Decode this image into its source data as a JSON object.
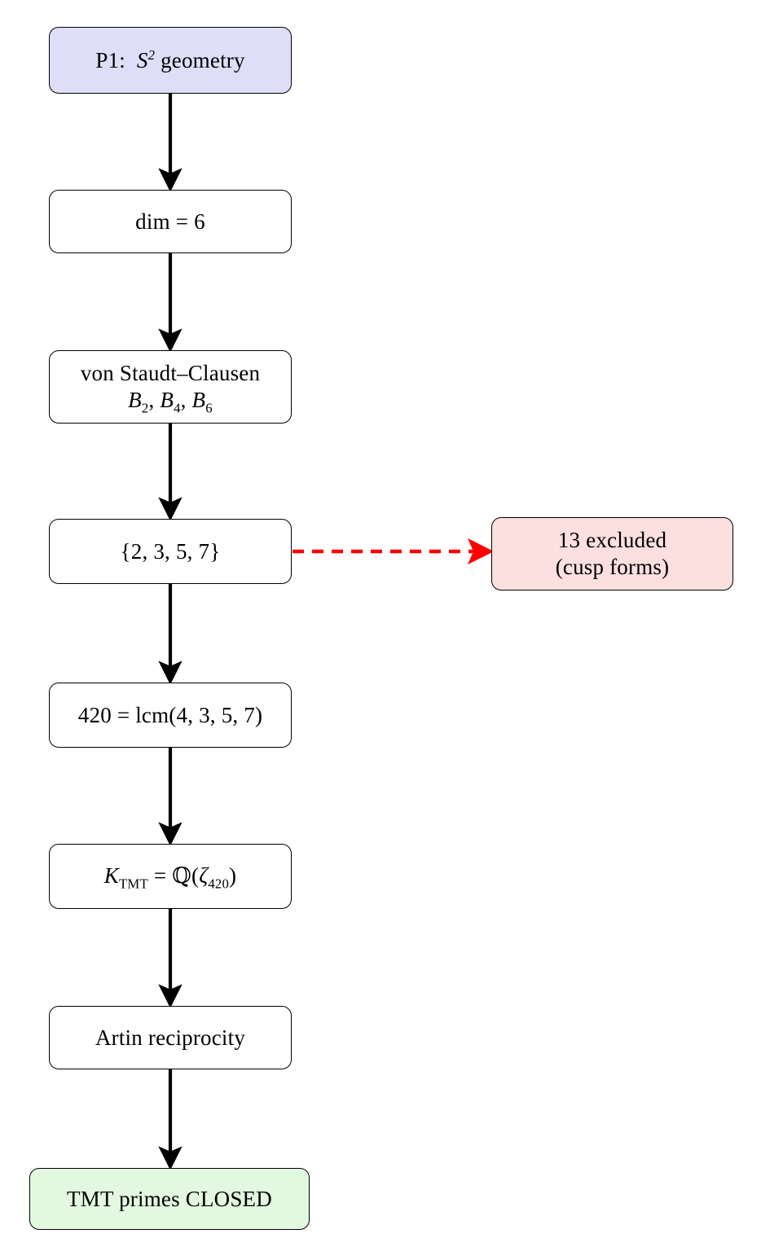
{
  "diagram": {
    "title": "TMT prime closure flowchart",
    "colors": {
      "node_fill_default": "#ffffff",
      "node_fill_start": "#dedef8",
      "node_fill_excluded": "#fce0e0",
      "node_fill_closed": "#e3f8e0",
      "node_border": "#000000",
      "edge": "#000000",
      "edge_excluded": "#ff0000"
    },
    "nodes": [
      {
        "id": "p1",
        "label": "P1: S² geometry",
        "prefix": "P1:",
        "symbol": "S",
        "exponent": "2",
        "suffix": "geometry",
        "fill": "#dedef8"
      },
      {
        "id": "dim",
        "label": "dim = 6",
        "lhs": "dim",
        "relation": "=",
        "rhs": "6",
        "fill": "#ffffff"
      },
      {
        "id": "von-staudt-clausen",
        "label": "von Staudt–Clausen B₂, B₄, B₆",
        "line1": "von Staudt–Clausen",
        "line2_base": "B",
        "line2_subscripts": [
          "2",
          "4",
          "6"
        ],
        "fill": "#ffffff"
      },
      {
        "id": "primes",
        "label": "{2, 3, 5, 7}",
        "set": [
          2,
          3,
          5,
          7
        ],
        "fill": "#ffffff"
      },
      {
        "id": "lcm",
        "label": "420 = lcm(4, 3, 5, 7)",
        "value": "420",
        "relation": "=",
        "function": "lcm",
        "arguments": [
          4,
          3,
          5,
          7
        ],
        "fill": "#ffffff"
      },
      {
        "id": "field",
        "label": "K_TMT = Q(ζ_420)",
        "field_symbol": "K",
        "field_subscript": "TMT",
        "relation": "=",
        "rational_field": "ℚ",
        "root_symbol": "ζ",
        "root_subscript": "420",
        "fill": "#ffffff"
      },
      {
        "id": "artin",
        "label": "Artin reciprocity",
        "fill": "#ffffff"
      },
      {
        "id": "closed",
        "label": "TMT primes CLOSED",
        "fill": "#e3f8e0"
      },
      {
        "id": "excluded",
        "label": "13 excluded (cusp forms)",
        "line1": "13 excluded",
        "line2": "(cusp forms)",
        "fill": "#fce0e0"
      }
    ],
    "edges": [
      {
        "from": "p1",
        "to": "dim",
        "style": "solid",
        "color": "#000000"
      },
      {
        "from": "dim",
        "to": "von-staudt-clausen",
        "style": "solid",
        "color": "#000000"
      },
      {
        "from": "von-staudt-clausen",
        "to": "primes",
        "style": "solid",
        "color": "#000000"
      },
      {
        "from": "primes",
        "to": "lcm",
        "style": "solid",
        "color": "#000000"
      },
      {
        "from": "primes",
        "to": "excluded",
        "style": "dashed",
        "color": "#ff0000"
      },
      {
        "from": "lcm",
        "to": "field",
        "style": "solid",
        "color": "#000000"
      },
      {
        "from": "field",
        "to": "artin",
        "style": "solid",
        "color": "#000000"
      },
      {
        "from": "artin",
        "to": "closed",
        "style": "solid",
        "color": "#000000"
      }
    ]
  }
}
